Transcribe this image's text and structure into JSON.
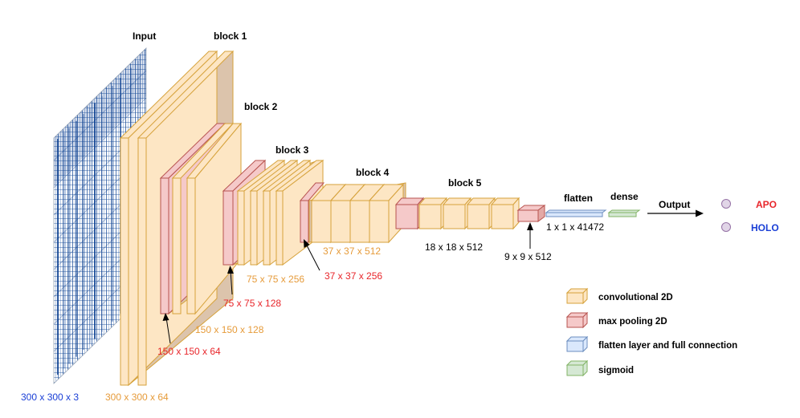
{
  "input": {
    "title": "Input",
    "size": "300 x 300 x 3"
  },
  "blocks": [
    {
      "title": "block 1",
      "conv_size": "300 x 300 x 64",
      "pool_size": "150 x 150 x 64"
    },
    {
      "title": "block 2",
      "conv_size": "150 x 150 x 128",
      "pool_size": "75 x 75 x 128"
    },
    {
      "title": "block 3",
      "conv_size": "75 x 75 x 256",
      "pool_size": "37 x 37 x 256"
    },
    {
      "title": "block 4",
      "conv_size": "37 x 37 x 512"
    },
    {
      "title": "block 5",
      "conv_size": "18 x 18 x 512"
    }
  ],
  "pool_final": {
    "size": "9 x 9 x 512"
  },
  "flatten": {
    "title": "flatten",
    "size": "1 x 1 x 41472"
  },
  "dense": {
    "title": "dense"
  },
  "output": {
    "title": "Output",
    "classes": [
      {
        "label": "APO",
        "color": "#e8262b"
      },
      {
        "label": "HOLO",
        "color": "#1a3fd6"
      }
    ]
  },
  "legend": [
    {
      "label": "convolutional 2D",
      "kind": "conv"
    },
    {
      "label": "max pooling 2D",
      "kind": "pool"
    },
    {
      "label": "flatten layer and full connection",
      "kind": "flat"
    },
    {
      "label": "sigmoid",
      "kind": "sig"
    }
  ],
  "colors": {
    "conv_fill": "#fde6c4",
    "conv_stroke": "#d6a23b",
    "pool_fill": "#f5c9c9",
    "pool_stroke": "#b85450",
    "block_shadow": "#dcc4ac",
    "flat_fill": "#dae8fc",
    "flat_stroke": "#6c8ebf",
    "sig_fill": "#d5e8d4",
    "sig_stroke": "#82b366",
    "orange_text": "#e69b3a",
    "red_text": "#e8262b",
    "blue_text": "#1a3fd6",
    "input_blue": "#0a3e8f",
    "output_dot": "#e1d5e7",
    "output_dot_stroke": "#9673a6"
  }
}
